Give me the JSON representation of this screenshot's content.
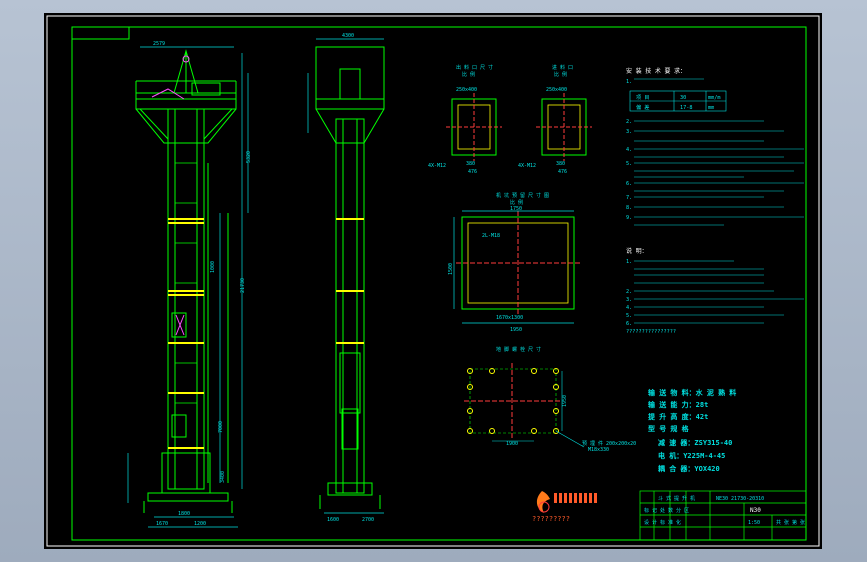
{
  "dims": {
    "top_left": "2579",
    "top_right": "4300",
    "total_h": "21730",
    "mid_1": "5320",
    "mid_2": "1000",
    "mid_3": "7000",
    "bot_1": "3400",
    "base_l": "1670",
    "base_r": "1200",
    "base_w": "1800",
    "side_1": "1600",
    "side_2": "2700"
  },
  "small_views": {
    "left_title": "出 料 口 尺 寸",
    "left_sub": "比 例",
    "left_top": "250x400",
    "left_label": "4X-M12",
    "left_bottom": "476",
    "left_w": "380",
    "right_title": "进 料 口",
    "right_sub": "比 例",
    "right_top": "250x400",
    "right_label": "4X-M12",
    "right_bottom": "476",
    "right_w": "380"
  },
  "plan_view": {
    "title": "机 坑 预 留 尺 寸 图",
    "sub": "比 例",
    "top": "1750",
    "label": "2L-M18",
    "left": "1500",
    "bottom_inner": "1670x1300",
    "bottom": "1950"
  },
  "anchor_view": {
    "title": "地 脚 螺 栓 尺 寸",
    "bottom": "1900",
    "side": "1950",
    "note": "预 埋 件 200x200x20",
    "note2": "M18x330"
  },
  "tech": {
    "title": "安 装 技 术 要 求：",
    "table": [
      [
        "项 目",
        "30",
        "mm/m"
      ],
      [
        "偏 差",
        "17-8",
        "mm"
      ]
    ],
    "lines": [
      "1. ",
      "2. ",
      "3. ",
      "4. ",
      "5. ",
      "6. ",
      "7. ",
      "8. ",
      "9. "
    ],
    "notes_title": "说 明：",
    "notes": [
      "1. ",
      "2. ",
      "3. ",
      "4. ",
      "5. ",
      "6. ",
      "????????????????"
    ]
  },
  "specs": {
    "l1": "输 送 物 料：水 泥 熟 料",
    "l2": "输 送 能 力：28t",
    "l3": "提 升 高 度：42t",
    "l4": "型 号 规 格",
    "l5": "减 速 器：ZSY315-40",
    "l6": "电 机：Y225M-4-45",
    "l7": "耦 合 器：YOX420"
  },
  "logo_text": "?????????",
  "title_block": {
    "company": "斗 式 提 升 机",
    "code": "NE30 21730-20310",
    "tag": "N30",
    "r2": "标 记 处 数 分 区",
    "r3": "设 计 标 准 化",
    "scale": "1:50",
    "sheet": "共 张 第 张",
    "cells": [
      "",
      ""
    ]
  },
  "colors": {
    "frame": "#00ff00",
    "struct": "#00ff00",
    "dim": "#00e0e0",
    "center": "#ff3b3b",
    "yellow": "#ffff00",
    "magenta": "#ff4fff",
    "white": "#ffffff"
  }
}
